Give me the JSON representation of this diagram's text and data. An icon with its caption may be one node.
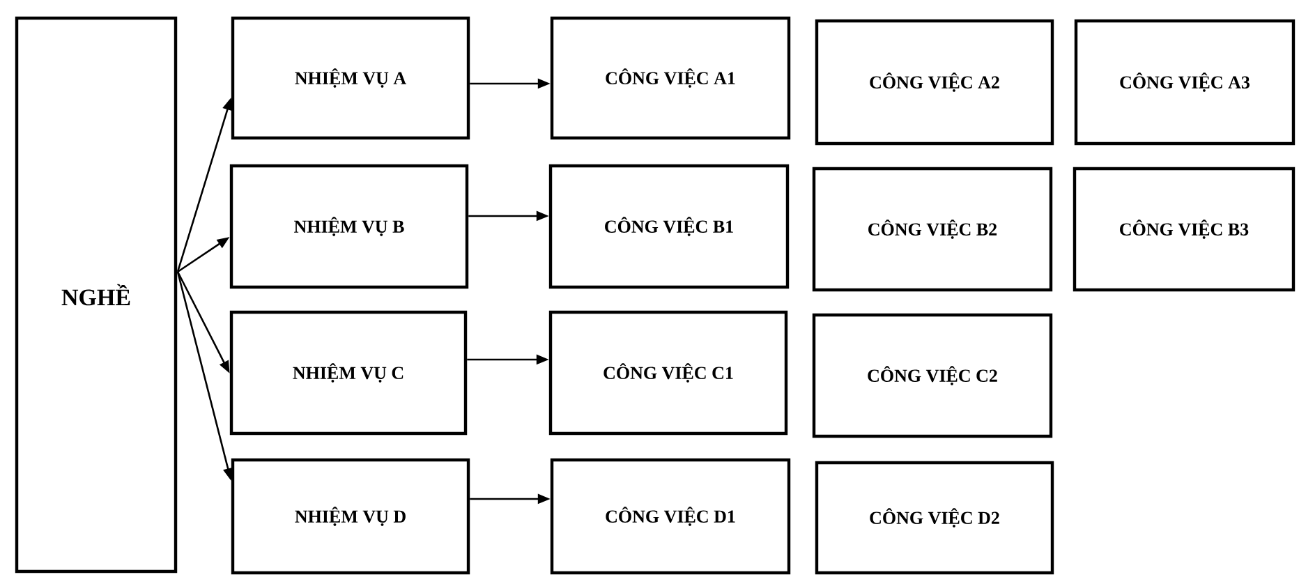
{
  "diagram": {
    "nodes": [
      {
        "text": [
          "NGHỀ"
        ]
      },
      {
        "text": [
          "NHIỆM VỤ A"
        ]
      },
      {
        "text": [
          "NHIỆM VỤ B"
        ]
      },
      {
        "text": [
          "NHIỆM VỤ C"
        ]
      },
      {
        "text": [
          "NHIỆM VỤ D"
        ]
      },
      {
        "text": [
          "CÔNG VIỆC A1"
        ]
      },
      {
        "text": [
          "CÔNG VIỆC A2"
        ]
      },
      {
        "text": [
          "CÔNG VIỆC A3"
        ]
      },
      {
        "text": [
          "CÔNG VIỆC B1"
        ]
      },
      {
        "text": [
          "CÔNG VIỆC B2"
        ]
      },
      {
        "text": [
          "CÔNG VIỆC B3"
        ]
      },
      {
        "text": [
          "CÔNG VIỆC C1"
        ]
      },
      {
        "text": [
          "CÔNG VIỆC C2"
        ]
      },
      {
        "text": [
          "CÔNG VIỆC D1"
        ]
      },
      {
        "text": [
          "CÔNG VIỆC D2"
        ]
      }
    ],
    "edges": [
      {
        "from": 0,
        "to": 1,
        "arrow": "to"
      },
      {
        "from": 0,
        "to": 2,
        "arrow": "to"
      },
      {
        "from": 0,
        "to": 3,
        "arrow": "to"
      },
      {
        "from": 0,
        "to": 4,
        "arrow": "to"
      },
      {
        "from": 1,
        "to": 5,
        "arrow": "to"
      },
      {
        "from": 2,
        "to": 8,
        "arrow": "to"
      },
      {
        "from": 3,
        "to": 11,
        "arrow": "to"
      },
      {
        "from": 4,
        "to": 13,
        "arrow": "to"
      }
    ]
  }
}
